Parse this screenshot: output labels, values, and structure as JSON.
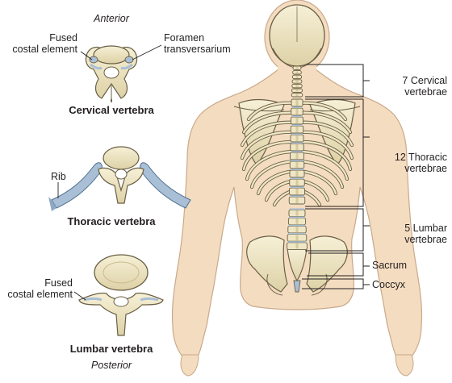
{
  "orientation": {
    "top": "Anterior",
    "bottom": "Posterior"
  },
  "vertebra_types": [
    {
      "id": "cervical",
      "title": "Cervical vertebra"
    },
    {
      "id": "thoracic",
      "title": "Thoracic vertebra"
    },
    {
      "id": "lumbar",
      "title": "Lumbar vertebra"
    }
  ],
  "feature_labels": {
    "cervical_costal": [
      "Fused",
      "costal element"
    ],
    "foramen": [
      "Foramen",
      "transversarium"
    ],
    "rib": "Rib",
    "lumbar_costal": [
      "Fused",
      "costal element"
    ]
  },
  "spine_regions": [
    {
      "id": "cervical",
      "lines": [
        "7 Cervical",
        "vertebrae"
      ]
    },
    {
      "id": "thoracic",
      "lines": [
        "12 Thoracic",
        "vertebrae"
      ]
    },
    {
      "id": "lumbar",
      "lines": [
        "5 Lumbar",
        "vertebrae"
      ]
    },
    {
      "id": "sacrum",
      "lines": [
        "Sacrum"
      ]
    },
    {
      "id": "coccyx",
      "lines": [
        "Coccyx"
      ]
    }
  ],
  "colors": {
    "skin": "#f4dcc0",
    "skin_outline": "#c9a98a",
    "bone": "#eee6c4",
    "bone_outline": "#6a5f45",
    "cartilage": "#a9bfd6"
  }
}
